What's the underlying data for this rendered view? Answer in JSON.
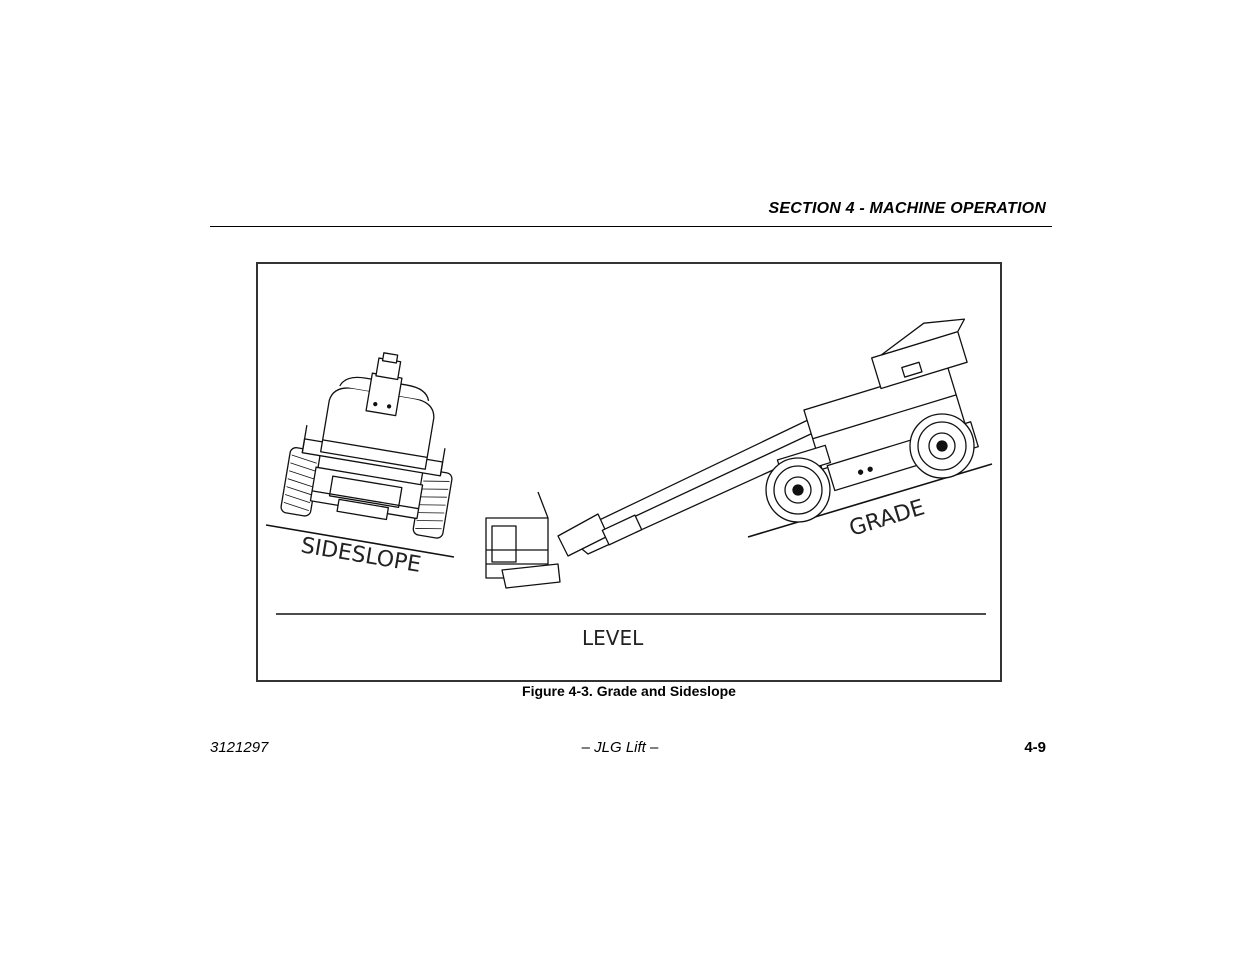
{
  "header": {
    "section_title": "SECTION 4 - MACHINE OPERATION"
  },
  "figure": {
    "labels": {
      "sideslope": "SIDESLOPE",
      "grade": "GRADE",
      "level": "LEVEL"
    },
    "caption": "Figure 4-3. Grade and Sideslope"
  },
  "footer": {
    "doc_number": "3121297",
    "center_text": "– JLG Lift –",
    "page_number": "4-9"
  }
}
